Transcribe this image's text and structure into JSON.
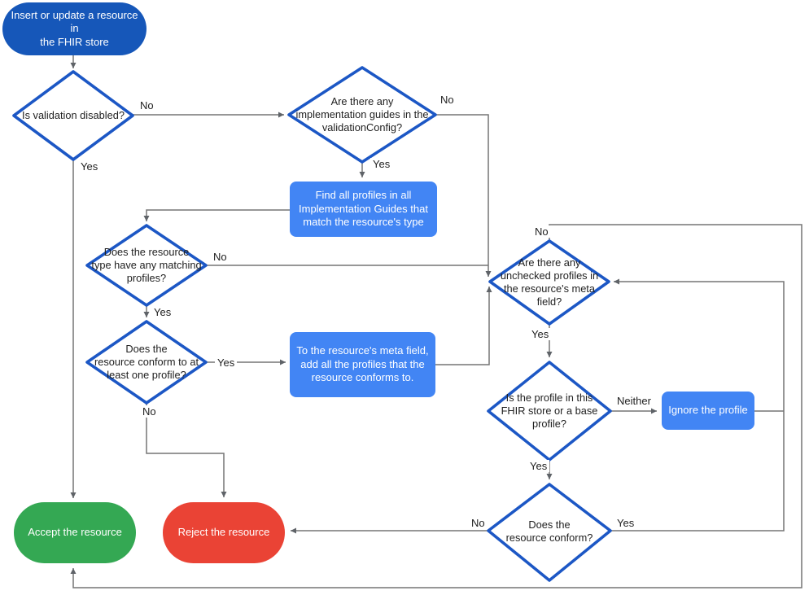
{
  "colors": {
    "start_node_blue": "#1657b9",
    "process_blue": "#4285f4",
    "decision_border_blue": "#1c57c5",
    "accept_green": "#34a853",
    "reject_red": "#ea4335",
    "connector_gray": "#757575",
    "arrow_gray": "#5f6368",
    "text_dark": "#212121",
    "text_light": "#ffffff"
  },
  "labels": {
    "yes": "Yes",
    "no": "No",
    "neither": "Neither"
  },
  "nodes": {
    "start": "Insert or update a resource in\nthe FHIR store",
    "is_validation_disabled": "Is validation disabled?",
    "implementation_guides": "Are there any\nimplementation guides in the\nvalidationConfig?",
    "find_profiles": "Find all profiles in all\nImplementation Guides that\nmatch the resource's type",
    "matching_profiles": "Does the resource\ntype have any matching\nprofiles?",
    "conform_one_profile": "Does the\nresource conform to at\nleast one profile?",
    "add_profiles_meta": "To the resource's meta field,\nadd all the profiles that the\nresource conforms to.",
    "unchecked_profiles": "Are there any\nunchecked profiles in\nthe resource's meta\nfield?",
    "profile_in_store": "Is the profile in this\nFHIR store or a base\nprofile?",
    "ignore_profile": "Ignore the profile",
    "resource_conform": "Does the\nresource conform?",
    "accept": "Accept the resource",
    "reject": "Reject the resource"
  }
}
